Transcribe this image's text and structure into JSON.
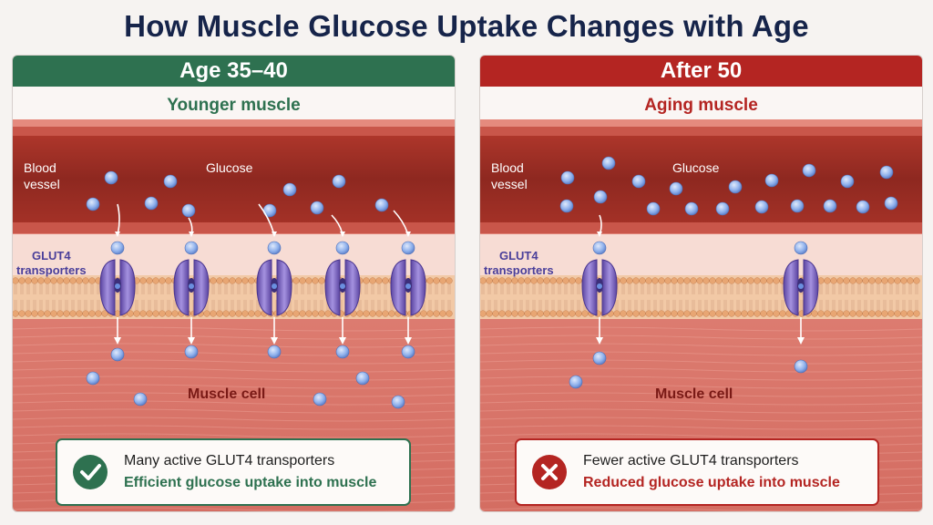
{
  "title": "How Muscle Glucose Uptake Changes with Age",
  "colors": {
    "young_accent": "#2e7150",
    "aging_accent": "#b42522",
    "vessel": "#9a2b22",
    "muscle": "#e08276",
    "transporter": "#7c63c4",
    "glucose": "#7fa6e6",
    "title": "#16244a"
  },
  "panels": {
    "young": {
      "header": "Age 35–40",
      "subtitle": "Younger muscle",
      "vessel_label": "Blood\nvessel",
      "glucose_label": "Glucose",
      "glut_label": "GLUT4\ntransporters",
      "cell_label": "Muscle cell",
      "active_transporters": 5,
      "status_icon": "check-icon",
      "info_line1": "Many active GLUT4 transporters",
      "info_line2": "Efficient glucose uptake into muscle"
    },
    "aging": {
      "header": "After 50",
      "subtitle": "Aging muscle",
      "vessel_label": "Blood\nvessel",
      "glucose_label": "Glucose",
      "glut_label": "GLUT4\ntransporters",
      "cell_label": "Muscle cell",
      "active_transporters": 2,
      "status_icon": "cross-icon",
      "info_line1": "Fewer active GLUT4 transporters",
      "info_line2": "Reduced glucose uptake into muscle"
    }
  }
}
